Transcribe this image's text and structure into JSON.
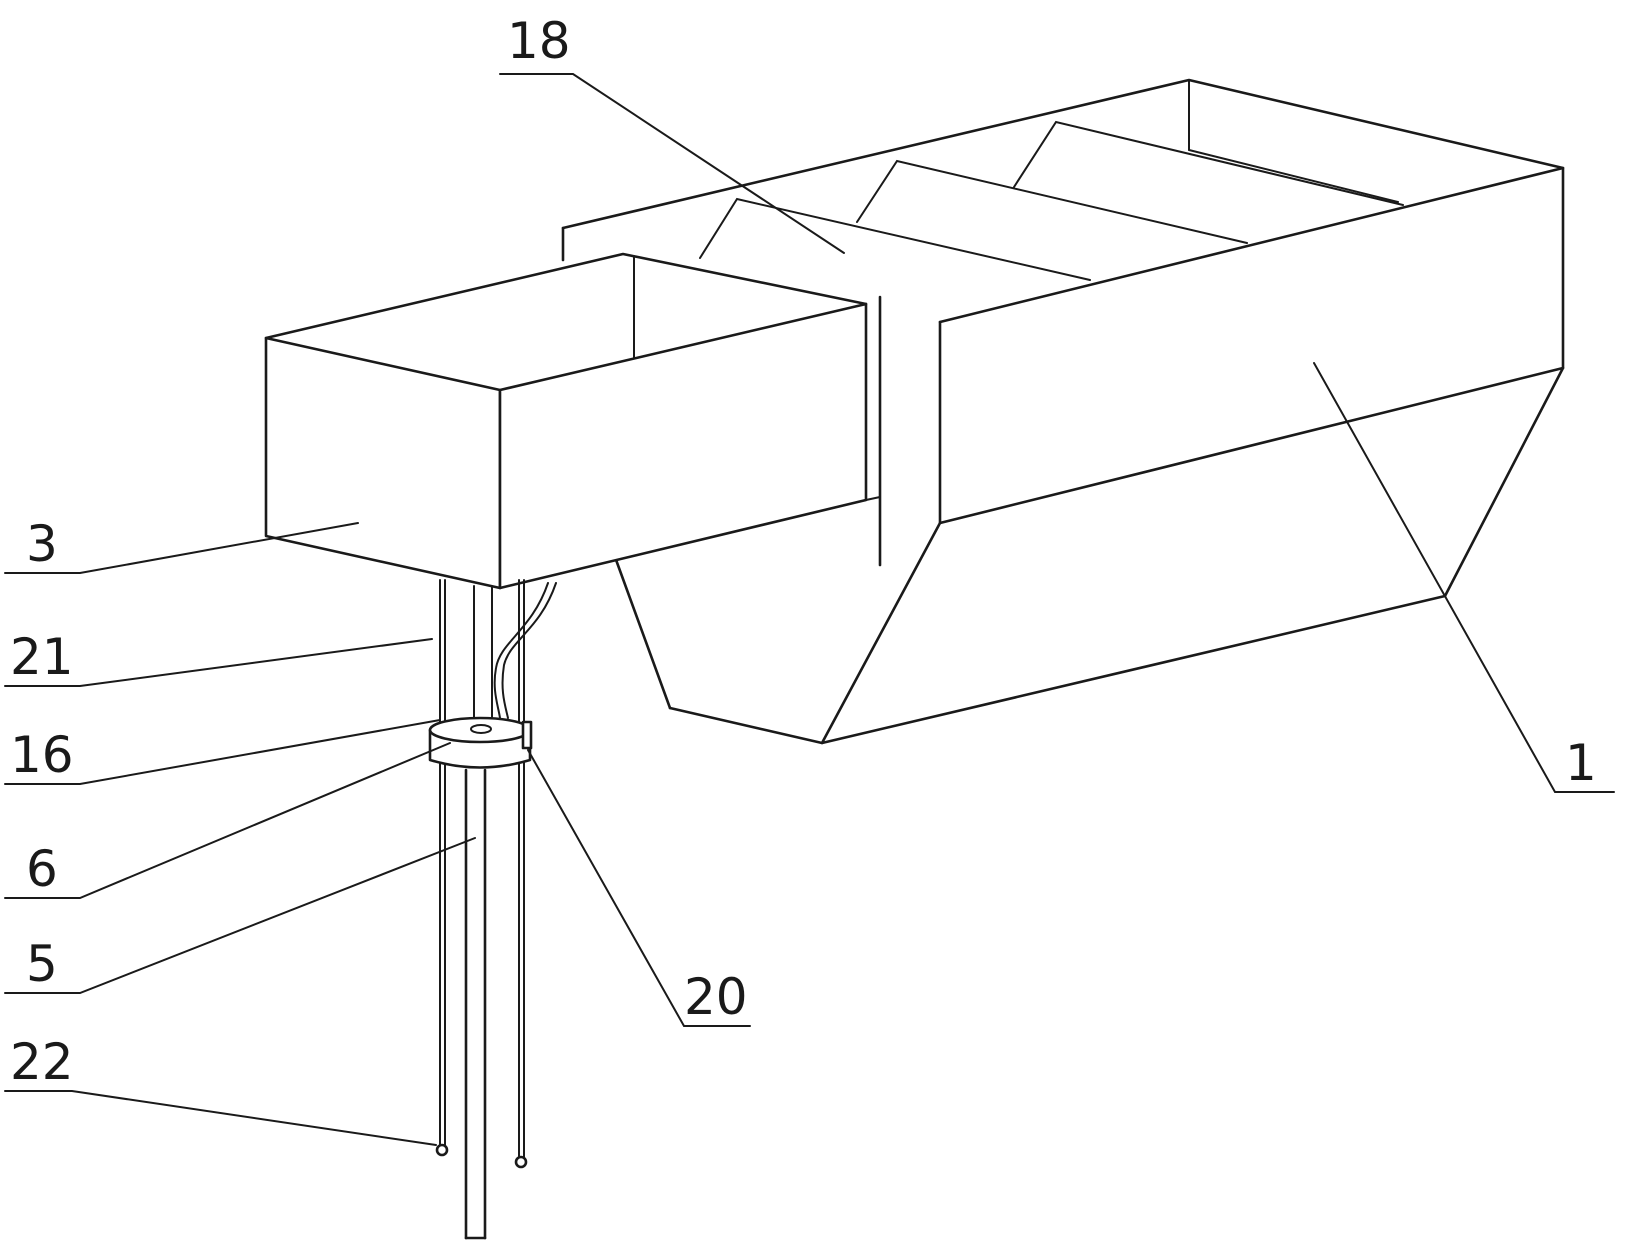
{
  "figure": {
    "labels": {
      "l18": "18",
      "l3": "3",
      "l21": "21",
      "l16": "16",
      "l6": "6",
      "l5": "5",
      "l22": "22",
      "l20": "20",
      "l1": "1"
    },
    "colors": {
      "line": "#1a1a1a",
      "background": "#ffffff"
    }
  }
}
